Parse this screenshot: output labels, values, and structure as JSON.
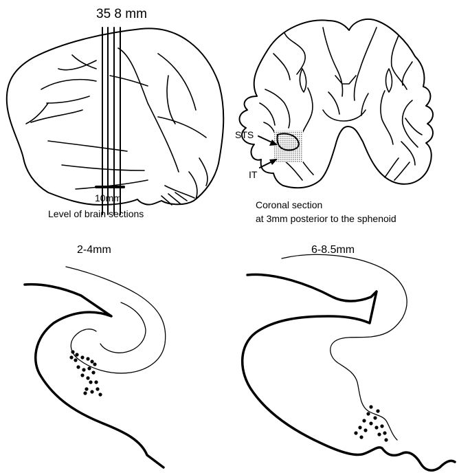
{
  "labels": {
    "section_levels": "35 8 mm",
    "scale_bar": "10mm",
    "caption_left": "Level of brain sections",
    "sts": "STS",
    "it": "IT",
    "coronal_line1": "Coronal section",
    "coronal_line2": "at 3mm posterior to the sphenoid",
    "range_left": "2-4mm",
    "range_right": "6-8.5mm"
  },
  "colors": {
    "ink": "#000000",
    "background": "#ffffff",
    "stipple": "#7a7a7a"
  }
}
